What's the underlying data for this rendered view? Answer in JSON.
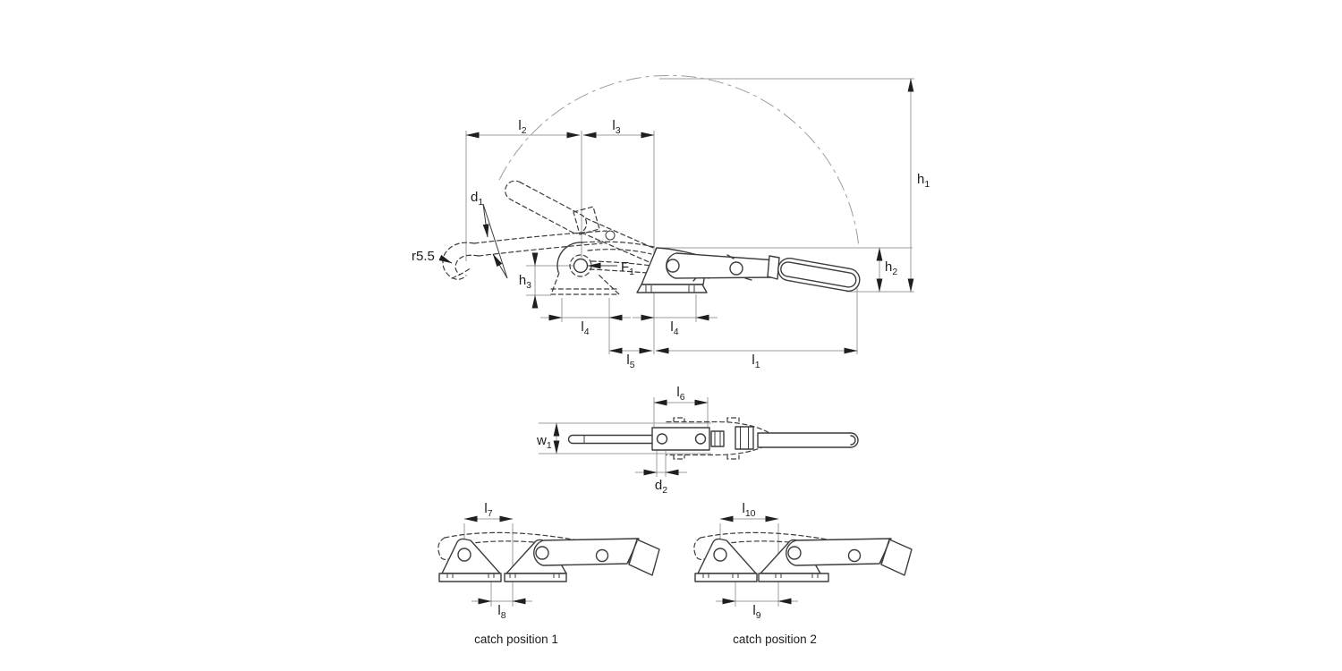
{
  "drawing_type": "technical dimensional drawing of a latch-type toggle clamp",
  "labels": {
    "l1": {
      "base": "l",
      "sub": "1"
    },
    "l2": {
      "base": "l",
      "sub": "2"
    },
    "l3": {
      "base": "l",
      "sub": "3"
    },
    "l4": {
      "base": "l",
      "sub": "4"
    },
    "l5": {
      "base": "l",
      "sub": "5"
    },
    "l6": {
      "base": "l",
      "sub": "6"
    },
    "l7": {
      "base": "l",
      "sub": "7"
    },
    "l8": {
      "base": "l",
      "sub": "8"
    },
    "l9": {
      "base": "l",
      "sub": "9"
    },
    "l10": {
      "base": "l",
      "sub": "10"
    },
    "h1": {
      "base": "h",
      "sub": "1"
    },
    "h2": {
      "base": "h",
      "sub": "2"
    },
    "h3": {
      "base": "h",
      "sub": "3"
    },
    "w1": {
      "base": "w",
      "sub": "1"
    },
    "d1": {
      "base": "d",
      "sub": "1"
    },
    "d2": {
      "base": "d",
      "sub": "2"
    },
    "F1": {
      "base": "F",
      "sub": "1"
    },
    "r5_5": {
      "base": "r5.5",
      "sub": ""
    }
  },
  "captions": {
    "catch_position_1": "catch position 1",
    "catch_position_2": "catch position 2"
  },
  "colors": {
    "object_line": "#3c3c3c",
    "dimension_line": "#9c9c9c",
    "arrowhead": "#1f1f1f",
    "label_text": "#1c1c1c",
    "background": "#ffffff"
  }
}
